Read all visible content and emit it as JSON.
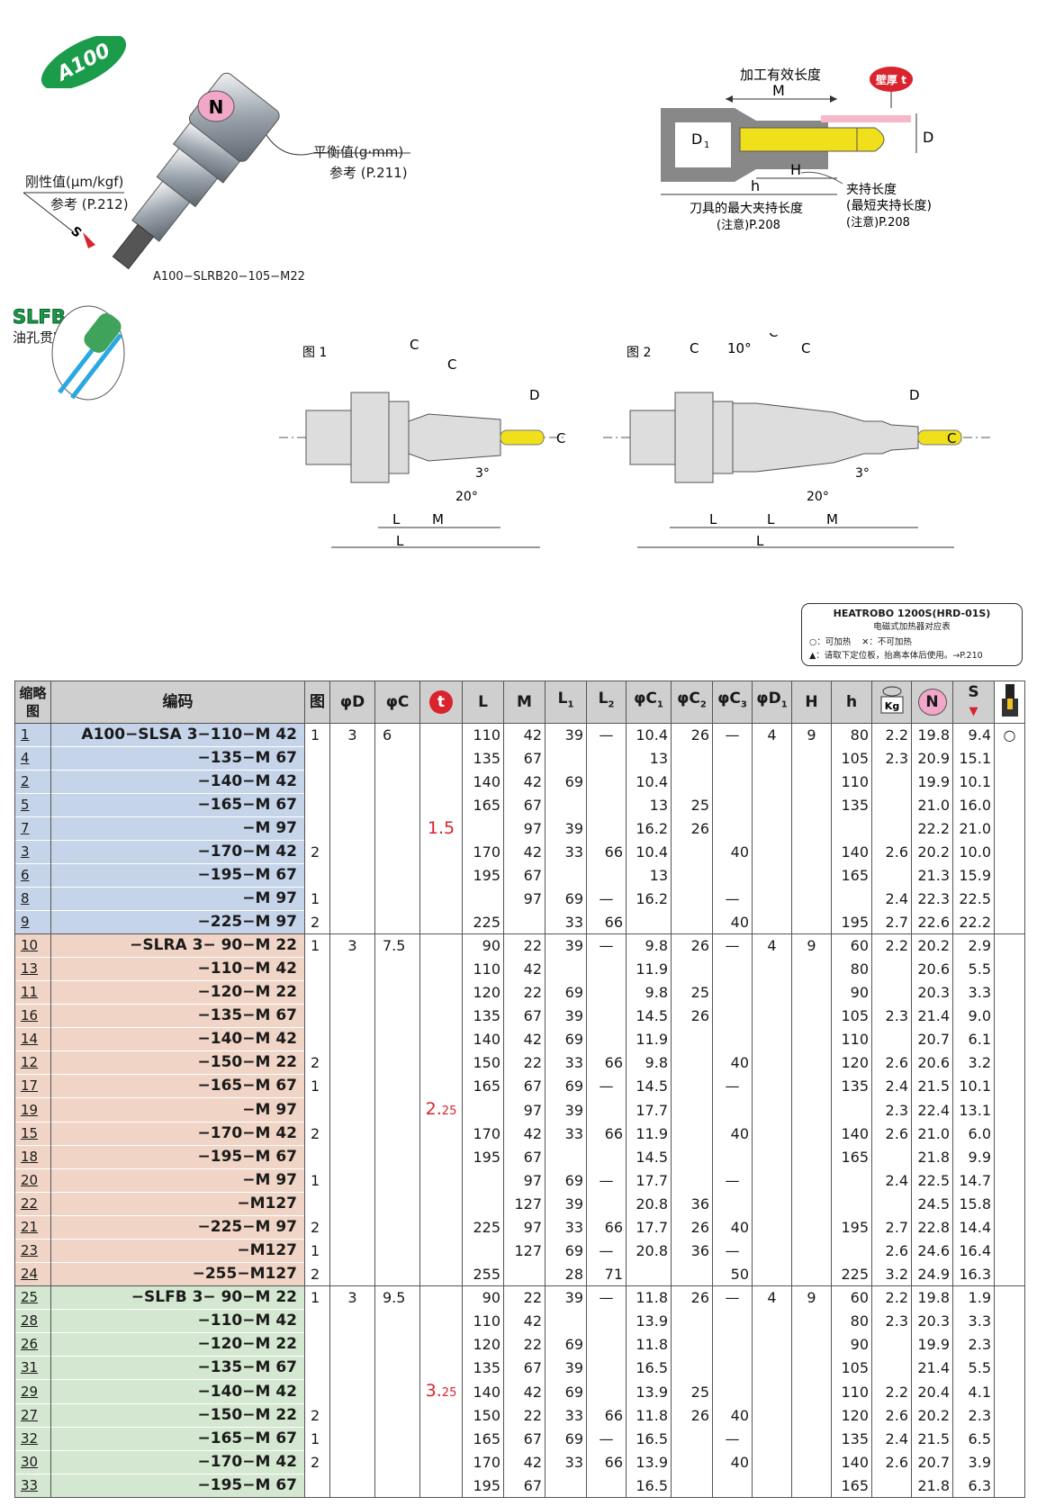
{
  "badge": "A100",
  "holder": {
    "n_mark": "N",
    "s_mark": "S",
    "balance_label": "平衡值(g·mm)",
    "balance_ref": "参考 (P.211)",
    "rigidity_label": "刚性值(μm/kgf)",
    "rigidity_ref": "参考 (P.212)",
    "model": "A100−SLRB20−105−M22"
  },
  "slfb": {
    "title": "SLFB",
    "subtitle": "油孔贯穿"
  },
  "diagram_top": {
    "effective_length": "加工有效长度",
    "M": "M",
    "D1": "D",
    "D1_sub": "1",
    "D": "D",
    "H": "H",
    "h": "h",
    "wall": "壁厚 t",
    "max_clamp": "刀具的最大夹持长度",
    "max_clamp_ref": "(注意)P.208",
    "clamp_len": "夹持长度",
    "clamp_min": "(最短夹持长度)",
    "clamp_ref": "(注意)P.208"
  },
  "fig1": {
    "title": "图 1",
    "C2": "C",
    "C1": "C",
    "D": "D",
    "C": "C",
    "a3": "3°",
    "a20": "20°",
    "L1": "L",
    "M": "M",
    "L": "L"
  },
  "fig2": {
    "title": "图 2",
    "C3": "C",
    "a10": "10°",
    "C2": "C",
    "C1": "C",
    "D": "D",
    "C": "C",
    "a3": "3°",
    "a20": "20°",
    "L2": "L",
    "L1": "L",
    "M": "M",
    "L": "L"
  },
  "heatrobo": {
    "title": "HEATROBO 1200S(HRD-01S)",
    "subtitle": "电磁式加热器对应表",
    "legend_ok": "○：可加热",
    "legend_ng_mark": "✕",
    "legend_ng": "：不可加热",
    "legend_note": "▲：请取下定位板，抬高本体后使用。→P.210"
  },
  "table": {
    "headers": {
      "no": "缩略图",
      "code": "编码",
      "fig": "图",
      "D": "φD",
      "C": "φC",
      "t": "t",
      "L": "L",
      "M": "M",
      "L1": "L",
      "L2": "L",
      "C1": "φC",
      "C2": "φC",
      "C3": "φC",
      "D1": "φD",
      "H": "H",
      "h": "h",
      "kg": "Kg",
      "N": "N",
      "S": "S"
    },
    "groups": [
      {
        "D": "3",
        "C": "6",
        "t": "1.5",
        "t_sub": "",
        "L1": "4",
        "H": "9",
        "heat": "○",
        "rows": [
          [
            "1",
            "A100−SLSA  3−110−M  42",
            "1",
            "110",
            "42",
            "39",
            "—",
            "10.4",
            "26",
            "—",
            "80",
            "2.2",
            "19.8",
            "9.4"
          ],
          [
            "4",
            "−135−M  67",
            "",
            "135",
            "67",
            "",
            "",
            "13",
            "",
            "",
            "105",
            "2.3",
            "20.9",
            "15.1"
          ],
          [
            "2",
            "−140−M  42",
            "",
            "140",
            "42",
            "69",
            "",
            "10.4",
            "",
            "",
            "110",
            "",
            "19.9",
            "10.1"
          ],
          [
            "5",
            "−165−M  67",
            "",
            "165",
            "67",
            "",
            "",
            "13",
            "25",
            "",
            "135",
            "",
            "21.0",
            "16.0"
          ],
          [
            "7",
            "−M  97",
            "",
            "",
            "97",
            "39",
            "",
            "16.2",
            "26",
            "",
            "",
            "",
            "22.2",
            "21.0"
          ],
          [
            "3",
            "−170−M  42",
            "2",
            "170",
            "42",
            "33",
            "66",
            "10.4",
            "",
            "40",
            "140",
            "2.6",
            "20.2",
            "10.0"
          ],
          [
            "6",
            "−195−M  67",
            "",
            "195",
            "67",
            "",
            "",
            "13",
            "",
            "",
            "165",
            "",
            "21.3",
            "15.9"
          ],
          [
            "8",
            "−M  97",
            "1",
            "",
            "97",
            "69",
            "—",
            "16.2",
            "",
            "—",
            "",
            "2.4",
            "22.3",
            "22.5"
          ],
          [
            "9",
            "−225−M  97",
            "2",
            "225",
            "",
            "33",
            "66",
            "",
            "",
            "40",
            "195",
            "2.7",
            "22.6",
            "22.2"
          ]
        ]
      },
      {
        "D": "3",
        "C": "7.5",
        "t": "2.",
        "t_sub": "25",
        "L1": "4",
        "H": "9",
        "heat": "",
        "rows": [
          [
            "10",
            "−SLRA  3−   90−M  22",
            "1",
            "90",
            "22",
            "39",
            "—",
            "9.8",
            "26",
            "—",
            "60",
            "2.2",
            "20.2",
            "2.9"
          ],
          [
            "13",
            "−110−M  42",
            "",
            "110",
            "42",
            "",
            "",
            "11.9",
            "",
            "",
            "80",
            "",
            "20.6",
            "5.5"
          ],
          [
            "11",
            "−120−M  22",
            "",
            "120",
            "22",
            "69",
            "",
            "9.8",
            "25",
            "",
            "90",
            "",
            "20.3",
            "3.3"
          ],
          [
            "16",
            "−135−M  67",
            "",
            "135",
            "67",
            "39",
            "",
            "14.5",
            "26",
            "",
            "105",
            "2.3",
            "21.4",
            "9.0"
          ],
          [
            "14",
            "−140−M  42",
            "",
            "140",
            "42",
            "69",
            "",
            "11.9",
            "",
            "",
            "110",
            "",
            "20.7",
            "6.1"
          ],
          [
            "12",
            "−150−M  22",
            "2",
            "150",
            "22",
            "33",
            "66",
            "9.8",
            "",
            "40",
            "120",
            "2.6",
            "20.6",
            "3.2"
          ],
          [
            "17",
            "−165−M  67",
            "1",
            "165",
            "67",
            "69",
            "—",
            "14.5",
            "",
            "—",
            "135",
            "2.4",
            "21.5",
            "10.1"
          ],
          [
            "19",
            "−M  97",
            "",
            "",
            "97",
            "39",
            "",
            "17.7",
            "",
            "",
            "",
            "2.3",
            "22.4",
            "13.1"
          ],
          [
            "15",
            "−170−M  42",
            "2",
            "170",
            "42",
            "33",
            "66",
            "11.9",
            "",
            "40",
            "140",
            "2.6",
            "21.0",
            "6.0"
          ],
          [
            "18",
            "−195−M  67",
            "",
            "195",
            "67",
            "",
            "",
            "14.5",
            "",
            "",
            "165",
            "",
            "21.8",
            "9.9"
          ],
          [
            "20",
            "−M  97",
            "1",
            "",
            "97",
            "69",
            "—",
            "17.7",
            "",
            "—",
            "",
            "2.4",
            "22.5",
            "14.7"
          ],
          [
            "22",
            "−M127",
            "",
            "",
            "127",
            "39",
            "",
            "20.8",
            "36",
            "",
            "",
            "",
            "24.5",
            "15.8"
          ],
          [
            "21",
            "−225−M  97",
            "2",
            "225",
            "97",
            "33",
            "66",
            "17.7",
            "26",
            "40",
            "195",
            "2.7",
            "22.8",
            "14.4"
          ],
          [
            "23",
            "−M127",
            "1",
            "",
            "127",
            "69",
            "—",
            "20.8",
            "36",
            "—",
            "",
            "2.6",
            "24.6",
            "16.4"
          ],
          [
            "24",
            "−255−M127",
            "2",
            "255",
            "",
            "28",
            "71",
            "",
            "",
            "50",
            "225",
            "3.2",
            "24.9",
            "16.3"
          ]
        ]
      },
      {
        "D": "3",
        "C": "9.5",
        "t": "3.",
        "t_sub": "25",
        "L1": "4",
        "H": "9",
        "heat": "",
        "rows": [
          [
            "25",
            "−SLFB  3−   90−M  22",
            "1",
            "90",
            "22",
            "39",
            "—",
            "11.8",
            "26",
            "—",
            "60",
            "2.2",
            "19.8",
            "1.9"
          ],
          [
            "28",
            "−110−M  42",
            "",
            "110",
            "42",
            "",
            "",
            "13.9",
            "",
            "",
            "80",
            "2.3",
            "20.3",
            "3.3"
          ],
          [
            "26",
            "−120−M  22",
            "",
            "120",
            "22",
            "69",
            "",
            "11.8",
            "",
            "",
            "90",
            "",
            "19.9",
            "2.3"
          ],
          [
            "31",
            "−135−M  67",
            "",
            "135",
            "67",
            "39",
            "",
            "16.5",
            "",
            "",
            "105",
            "",
            "21.4",
            "5.5"
          ],
          [
            "29",
            "−140−M  42",
            "",
            "140",
            "42",
            "69",
            "",
            "13.9",
            "25",
            "",
            "110",
            "2.2",
            "20.4",
            "4.1"
          ],
          [
            "27",
            "−150−M  22",
            "2",
            "150",
            "22",
            "33",
            "66",
            "11.8",
            "26",
            "40",
            "120",
            "2.6",
            "20.2",
            "2.3"
          ],
          [
            "32",
            "−165−M  67",
            "1",
            "165",
            "67",
            "69",
            "—",
            "16.5",
            "",
            "—",
            "135",
            "2.4",
            "21.5",
            "6.5"
          ],
          [
            "30",
            "−170−M  42",
            "2",
            "170",
            "42",
            "33",
            "66",
            "13.9",
            "",
            "40",
            "140",
            "2.6",
            "20.7",
            "3.9"
          ],
          [
            "33",
            "−195−M  67",
            "",
            "195",
            "67",
            "",
            "",
            "16.5",
            "",
            "",
            "165",
            "",
            "21.8",
            "6.3"
          ]
        ]
      }
    ]
  }
}
